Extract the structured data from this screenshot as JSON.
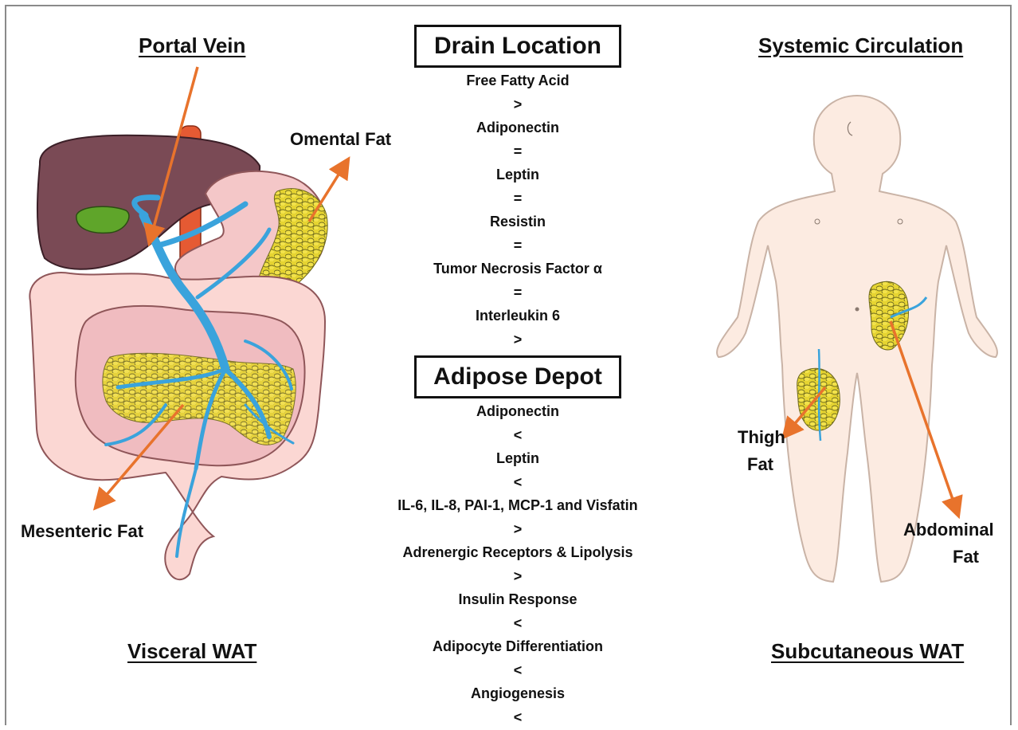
{
  "visceral": {
    "header_top": "Portal Vein",
    "labels": {
      "omental": "Omental Fat",
      "mesenteric": "Mesenteric Fat"
    },
    "footer": "Visceral WAT"
  },
  "subcutaneous": {
    "header_top": "Systemic Circulation",
    "labels": {
      "thigh_1": "Thigh",
      "thigh_2": "Fat",
      "abdominal_1": "Abdominal",
      "abdominal_2": "Fat"
    },
    "footer": "Subcutaneous WAT"
  },
  "drain": {
    "title": "Drain Location",
    "lines": [
      "Free Fatty Acid",
      ">",
      "Adiponectin",
      "=",
      "Leptin",
      "=",
      "Resistin",
      "=",
      "Tumor Necrosis Factor α",
      "=",
      "Interleukin 6",
      ">"
    ]
  },
  "depot": {
    "title": "Adipose Depot",
    "lines": [
      "Adiponectin",
      "<",
      "Leptin",
      "<",
      "IL-6, IL-8, PAI-1, MCP-1 and Visfatin",
      ">",
      "Adrenergic  Receptors & Lipolysis",
      ">",
      "Insulin Response",
      "<",
      "Adipocyte Differentiation",
      "<",
      "Angiogenesis",
      "<"
    ]
  },
  "colors": {
    "arrow": "#e8732c",
    "vein": "#3aa3dc",
    "fat": "#e6d431",
    "liver": "#7a4a55",
    "skin": "#fcebe1"
  }
}
